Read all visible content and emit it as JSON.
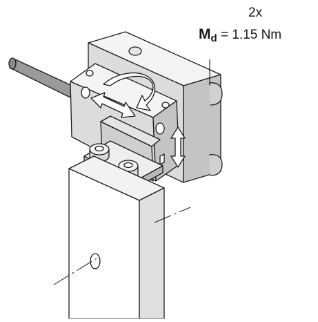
{
  "annotation": {
    "quantity": "2x",
    "torque_symbol": "M",
    "torque_subscript": "d",
    "torque_value": "= 1.15 Nm"
  },
  "colors": {
    "stroke": "#1a1a1a",
    "face_light": "#f4f4f4",
    "face_mid": "#dcdcdc",
    "face_dark": "#c4c4c4",
    "rod": "#9a9a9a"
  },
  "icons": [
    "rotation-arrow-icon",
    "horizontal-double-arrow-icon",
    "vertical-double-arrow-icon",
    "socket-head-screw-icon"
  ]
}
